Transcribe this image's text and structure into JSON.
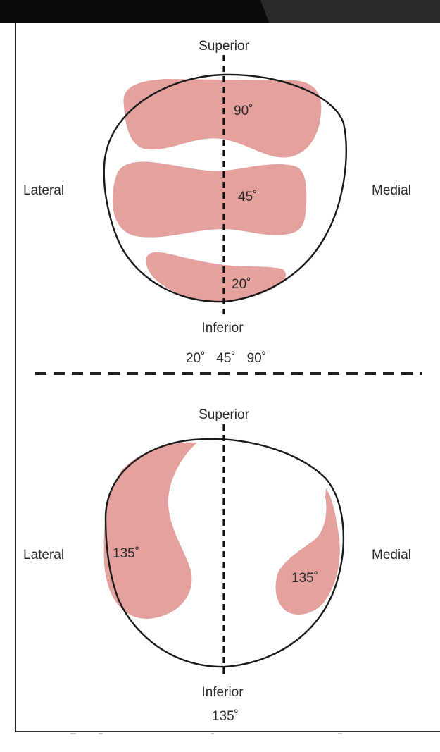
{
  "top_panel": {
    "superior": "Superior",
    "inferior": "Inferior",
    "lateral": "Lateral",
    "medial": "Medial",
    "region_labels": [
      "90˚",
      "45˚",
      "20˚"
    ],
    "caption": "20˚   45˚   90˚"
  },
  "bottom_panel": {
    "superior": "Superior",
    "inferior": "Inferior",
    "lateral": "Lateral",
    "medial": "Medial",
    "region_labels": [
      "135˚",
      "135˚"
    ],
    "caption": "135˚"
  },
  "colors": {
    "region_fill": "#e4a19d",
    "outline": "#1a1a1a",
    "top_bar": "#0b0b0b"
  }
}
